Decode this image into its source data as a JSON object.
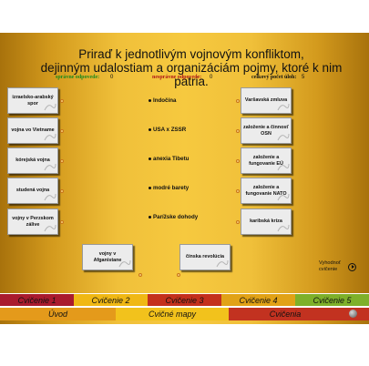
{
  "title": {
    "line1": "Priraď k jednotlivým vojnovým konfliktom,",
    "line2": "dejinným udalostiam a organizáciám pojmy, ktoré k nim patria."
  },
  "counters": {
    "correct": {
      "label": "správne odpovede:",
      "value": "0",
      "color": "#1c8a1c"
    },
    "wrong": {
      "label": "nesprávne odpovede:",
      "value": "0",
      "color": "#b01818"
    },
    "total": {
      "label": "celkový počet úloh:",
      "value": "5",
      "color": "#111111"
    }
  },
  "left_cards": [
    "izraelsko-arabský spor",
    "vojna vo Vietname",
    "kórejská vojna",
    "studená vojna",
    "vojny v Perzskom zálive"
  ],
  "bottom_cards": [
    "vojny v Afganistane",
    "čínska revolúcia"
  ],
  "right_cards": [
    "Varšavská zmluva",
    "založenie a činnosť OSN",
    "založenie a fungovanie EÚ",
    "založenie a fungovanie NATO",
    "karibská kríza"
  ],
  "terms": [
    "Indočína",
    "USA x ZSSR",
    "anexia Tibetu",
    "modré barety",
    "Parížske dohody"
  ],
  "evaluate": {
    "line1": "Vyhodnoť",
    "line2": "cvičenie"
  },
  "exercise_tabs": [
    {
      "label": "Cvičenie 1",
      "color": "#a91b2e"
    },
    {
      "label": "Cvičenie 2",
      "color": "#f0b814"
    },
    {
      "label": "Cvičenie 3",
      "color": "#c4301c"
    },
    {
      "label": "Cvičenie 4",
      "color": "#e1a216"
    },
    {
      "label": "Cvičenie 5",
      "color": "#7eb02a"
    }
  ],
  "nav_tabs": [
    {
      "label": "Úvod",
      "color": "#e49a1b"
    },
    {
      "label": "Cvičné mapy",
      "color": "#f2c21c"
    },
    {
      "label": "Cvičenia",
      "color": "#c23220"
    }
  ]
}
